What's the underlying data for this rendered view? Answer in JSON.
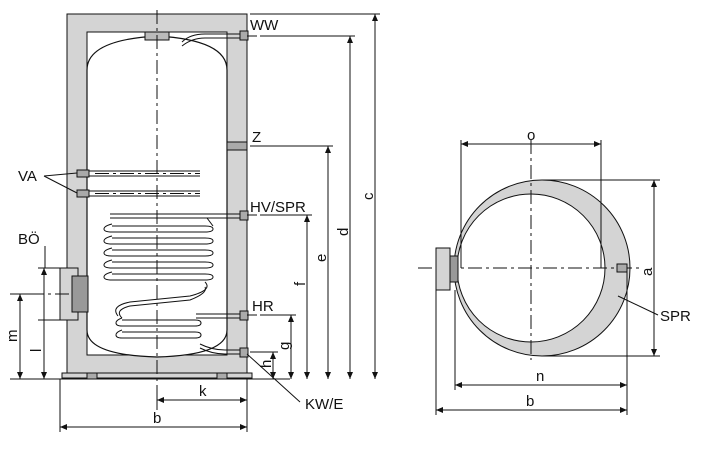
{
  "side_view": {
    "labels": {
      "ww": "WW",
      "z": "Z",
      "va": "VA",
      "hv_spr": "HV/SPR",
      "bo": "BÖ",
      "hr": "HR",
      "kw_e": "KW/E"
    },
    "dimensions": {
      "c": "c",
      "d": "d",
      "e": "e",
      "f": "f",
      "g": "g",
      "h": "h",
      "m": "m",
      "l": "l",
      "k": "k",
      "b": "b"
    }
  },
  "top_view": {
    "labels": {
      "spr": "SPR"
    },
    "dimensions": {
      "o": "o",
      "a": "a",
      "n": "n",
      "b": "b"
    }
  },
  "colors": {
    "insulation": "#d4d4d4",
    "line": "#111111",
    "background": "#ffffff"
  }
}
